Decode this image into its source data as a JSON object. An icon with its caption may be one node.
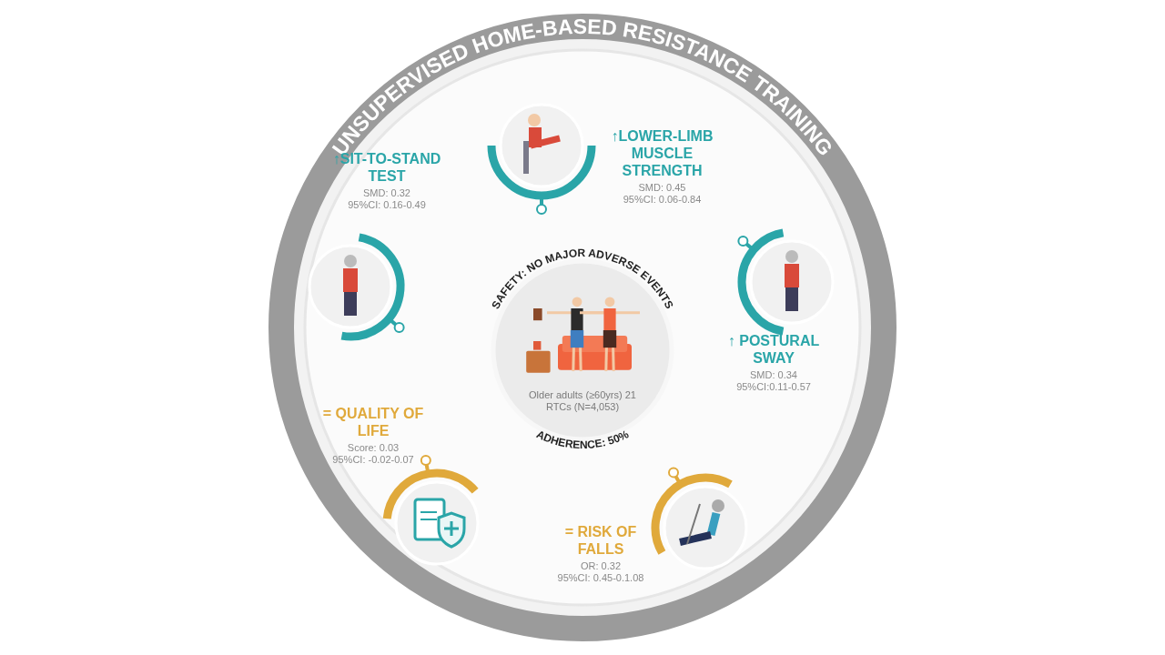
{
  "diagram": {
    "nodes": [
      {
        "text": [
          "UNSUPERVISED HOME-BASED RESISTANCE TRAINING"
        ]
      },
      {
        "text": [
          "SAFETY: NO MAJOR ADVERSE EVENTS",
          "Older adults (≥60yrs) 21 RTCs (N=4,053)",
          "ADHERENCE: 50%"
        ],
        "in": 0
      },
      {
        "text": [
          "↑SIT-TO-STAND TEST",
          "SMD: 0.32",
          "95%CI: 0.16-0.49"
        ],
        "in": 0
      },
      {
        "text": [
          "↑LOWER-LIMB MUSCLE STRENGTH",
          "SMD: 0.45",
          "95%CI: 0.06-0.84"
        ],
        "in": 0
      },
      {
        "text": [
          "↑ POSTURAL SWAY",
          "SMD: 0.34",
          "95%CI:0.11-0.57"
        ],
        "in": 0
      },
      {
        "text": [
          "= QUALITY OF LIFE",
          "Score: 0.03",
          "95%CI: -0.02-0.07"
        ],
        "in": 0
      },
      {
        "text": [
          "= RISK OF FALLS",
          "OR: 0.32",
          "95%CI: 0.45-0.1.08"
        ],
        "in": 0
      }
    ]
  }
}
